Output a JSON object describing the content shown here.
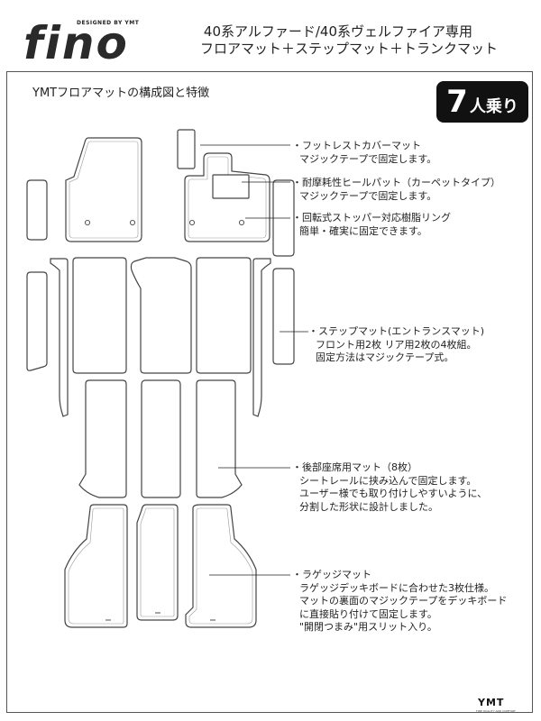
{
  "logo": {
    "subtitle": "DESIGNED BY YMT",
    "wordmark": "fino"
  },
  "header": {
    "title_line1": "40系アルファード/40系ヴェルファイア専用",
    "title_line2": "フロアマット＋ステップマット＋トランクマット"
  },
  "section": {
    "subtitle": "YMTフロアマットの構成図と特徴"
  },
  "badge": {
    "number": "7",
    "suffix": "人乗り"
  },
  "callouts": [
    {
      "head": "・フットレストカバーマット",
      "lines": [
        "マジックテープで固定します。"
      ]
    },
    {
      "head": "・耐摩耗性ヒールパット（カーペットタイプ）",
      "lines": [
        "マジックテープで固定します。"
      ]
    },
    {
      "head": "・回転式ストッパー対応樹脂リング",
      "lines": [
        "簡単・確実に固定できます。"
      ]
    },
    {
      "head": "・ステップマット(エントランスマット)",
      "lines": [
        "フロント用2枚 リア用2枚の4枚組。",
        "固定方法はマジックテープ式。"
      ]
    },
    {
      "head": "・後部座席用マット（8枚）",
      "lines": [
        "シートレールに挟み込んで固定します。",
        "ユーザー様でも取り付けしやすいように、",
        "分割した形状に設計しました。"
      ]
    },
    {
      "head": "・ラゲッジマット",
      "lines": [
        "ラゲッジデッキボードに合わせた3枚仕様。",
        "マットの裏面のマジックテープをデッキボード",
        "に直接貼り付けて固定します。",
        "\"開閉つまみ\"用スリット入り。"
      ]
    }
  ],
  "footer": {
    "brand": "YMT",
    "tagline": "FINE QUALITY AND COMFORT"
  }
}
